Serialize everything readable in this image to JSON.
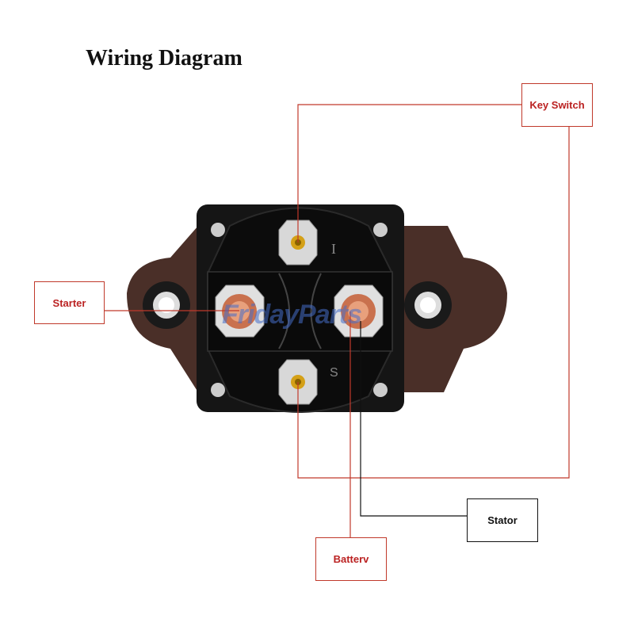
{
  "title": "Wiring Diagram",
  "labels": {
    "key_switch": "Key Switch",
    "starter": "Starter",
    "stator": "Stator",
    "battery": "Batterv"
  },
  "terminal_marks": {
    "top": "I",
    "bottom": "S"
  },
  "watermark": "FridayParts",
  "colors": {
    "wire_red": "#c0392b",
    "wire_black": "#111111",
    "solenoid_body": "#151515",
    "bracket": "#4a2f28",
    "copper": "#c9714e",
    "brass": "#d4a017"
  }
}
